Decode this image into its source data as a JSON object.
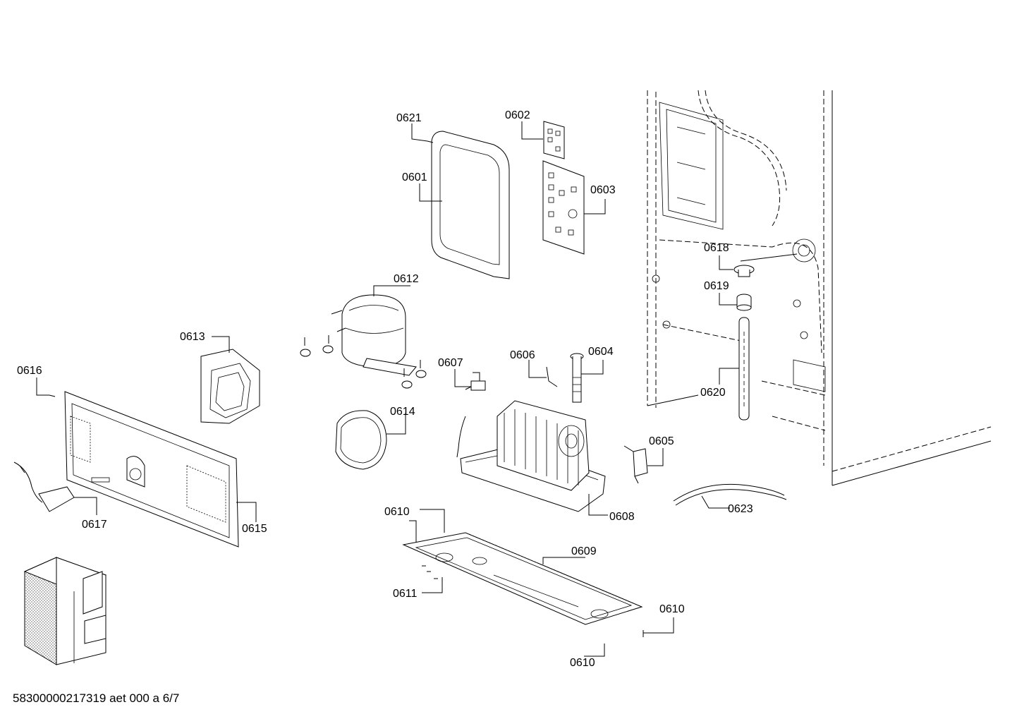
{
  "parts": {
    "p0601": "0601",
    "p0602": "0602",
    "p0603": "0603",
    "p0604": "0604",
    "p0605": "0605",
    "p0606": "0606",
    "p0607": "0607",
    "p0608": "0608",
    "p0609": "0609",
    "p0610": "0610",
    "p0611": "0611",
    "p0612": "0612",
    "p0613": "0613",
    "p0614": "0614",
    "p0615": "0615",
    "p0616": "0616",
    "p0617": "0617",
    "p0618": "0618",
    "p0619": "0619",
    "p0620": "0620",
    "p0621": "0621",
    "p0623": "0623"
  },
  "footer": {
    "document_code": "58300000217319 aet 000 a 6/7"
  }
}
